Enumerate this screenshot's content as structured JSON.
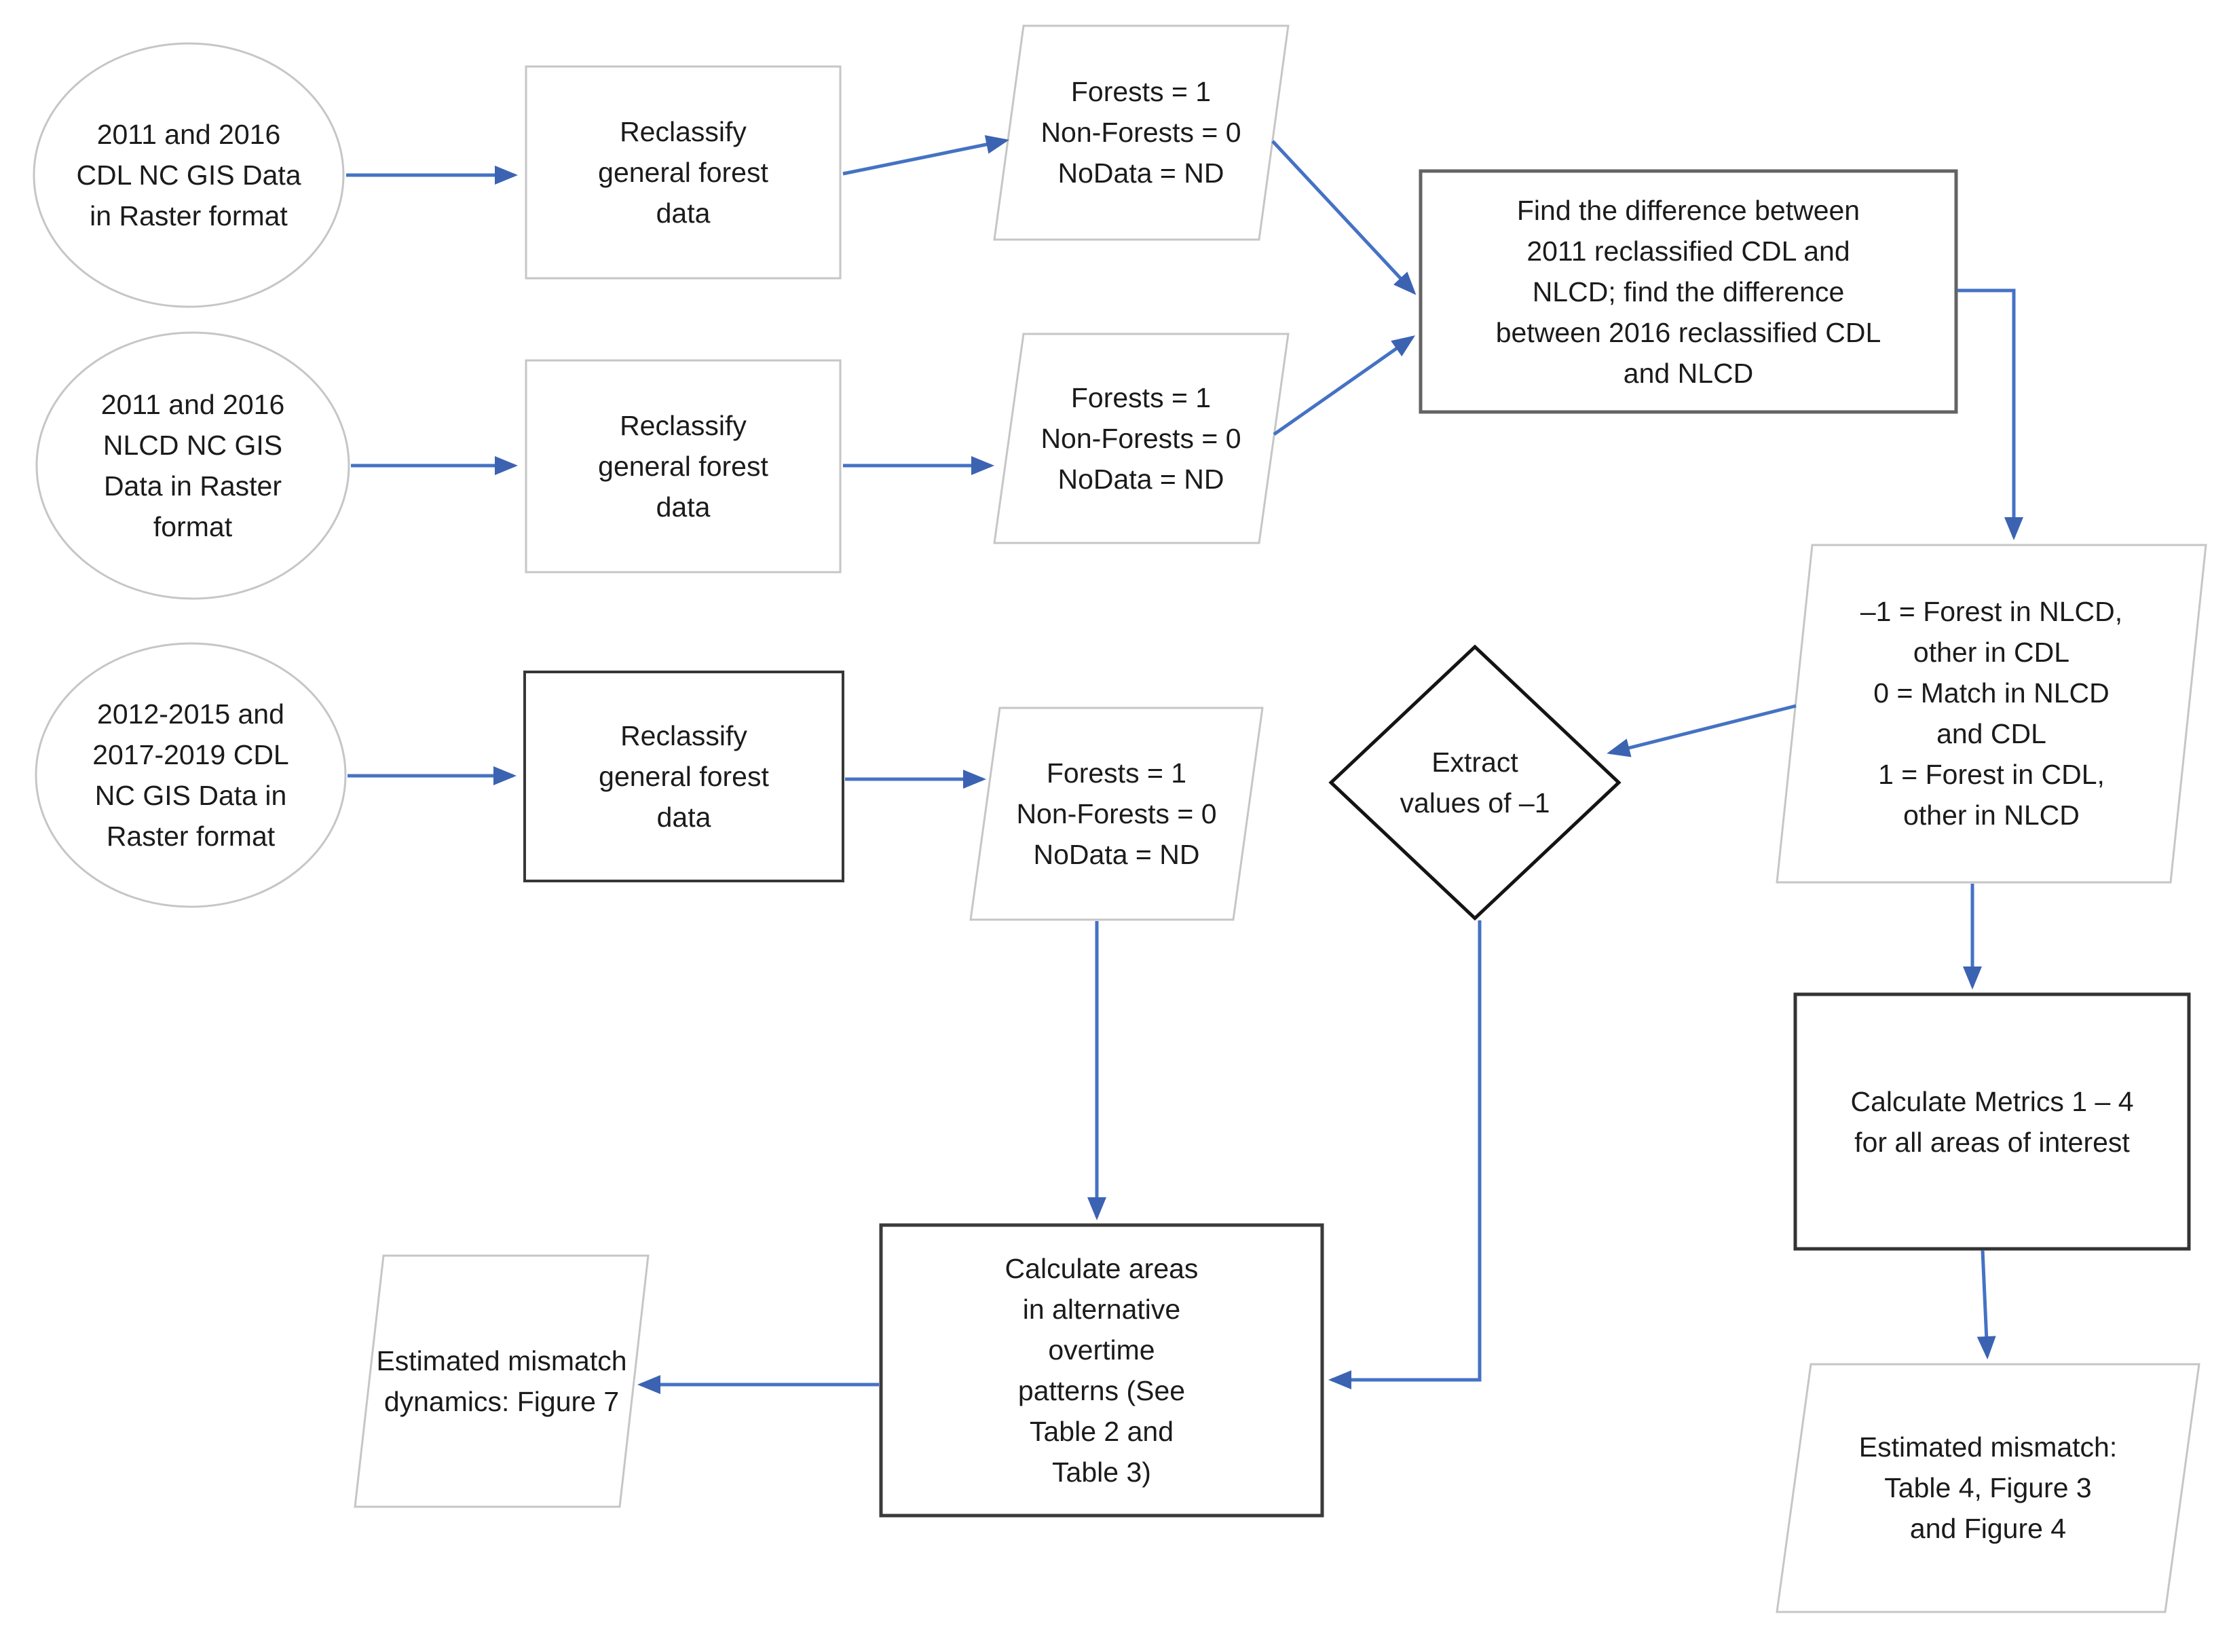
{
  "colors": {
    "background": "#ffffff",
    "arrow_line": "#4472C4",
    "arrow_head": "#3C63B2",
    "light_shape_border": "#c6c6c6",
    "dark_shape_border": "#3a3a3a",
    "text": "#1b1b1b"
  },
  "nodes": {
    "source_cdl_2011_2016": {
      "shape": "ellipse",
      "label": "2011 and 2016\nCDL NC GIS Data\nin Raster format"
    },
    "reclassify_1": {
      "shape": "rectangle",
      "label": "Reclassify\ngeneral forest\ndata"
    },
    "values_1": {
      "shape": "parallelogram",
      "label": "Forests = 1\nNon-Forests = 0\nNoData = ND"
    },
    "find_difference": {
      "shape": "rectangle",
      "label": "Find the difference between\n2011 reclassified CDL and\nNLCD; find the difference\nbetween 2016 reclassified CDL\nand NLCD"
    },
    "source_nlcd_2011_2016": {
      "shape": "ellipse",
      "label": "2011 and 2016\nNLCD NC GIS\nData in Raster\nformat"
    },
    "reclassify_2": {
      "shape": "rectangle",
      "label": "Reclassify\ngeneral forest\ndata"
    },
    "values_2": {
      "shape": "parallelogram",
      "label": "Forests = 1\nNon-Forests = 0\nNoData = ND"
    },
    "source_cdl_2012_2019": {
      "shape": "ellipse",
      "label": "2012-2015 and\n2017-2019 CDL\nNC GIS Data in\nRaster format"
    },
    "reclassify_3": {
      "shape": "rectangle",
      "label": "Reclassify\ngeneral forest\ndata"
    },
    "values_3": {
      "shape": "parallelogram",
      "label": "Forests = 1\nNon-Forests = 0\nNoData = ND"
    },
    "diff_codes": {
      "shape": "parallelogram",
      "label": "–1 = Forest in NLCD,\nother in CDL\n0 = Match in NLCD\nand CDL\n1 = Forest in CDL,\nother in NLCD"
    },
    "extract_values": {
      "shape": "diamond",
      "label": "Extract\nvalues of –1"
    },
    "calc_metrics": {
      "shape": "rectangle",
      "label": "Calculate Metrics 1 – 4\nfor all areas of interest"
    },
    "est_mismatch": {
      "shape": "parallelogram",
      "label": "Estimated mismatch:\nTable 4, Figure 3\nand Figure 4"
    },
    "calc_areas": {
      "shape": "rectangle",
      "label": "Calculate areas\nin alternative\novertime\npatterns (See\nTable 2 and\nTable 3)"
    },
    "est_dynamics": {
      "shape": "parallelogram",
      "label": "Estimated mismatch\ndynamics: Figure 7"
    }
  },
  "edges": [
    {
      "from": "source_cdl_2011_2016",
      "to": "reclassify_1"
    },
    {
      "from": "reclassify_1",
      "to": "values_1"
    },
    {
      "from": "values_1",
      "to": "find_difference"
    },
    {
      "from": "source_nlcd_2011_2016",
      "to": "reclassify_2"
    },
    {
      "from": "reclassify_2",
      "to": "values_2"
    },
    {
      "from": "values_2",
      "to": "find_difference"
    },
    {
      "from": "find_difference",
      "to": "diff_codes"
    },
    {
      "from": "diff_codes",
      "to": "extract_values"
    },
    {
      "from": "diff_codes",
      "to": "calc_metrics"
    },
    {
      "from": "calc_metrics",
      "to": "est_mismatch"
    },
    {
      "from": "source_cdl_2012_2019",
      "to": "reclassify_3"
    },
    {
      "from": "reclassify_3",
      "to": "values_3"
    },
    {
      "from": "values_3",
      "to": "calc_areas"
    },
    {
      "from": "extract_values",
      "to": "calc_areas"
    },
    {
      "from": "calc_areas",
      "to": "est_dynamics"
    }
  ]
}
